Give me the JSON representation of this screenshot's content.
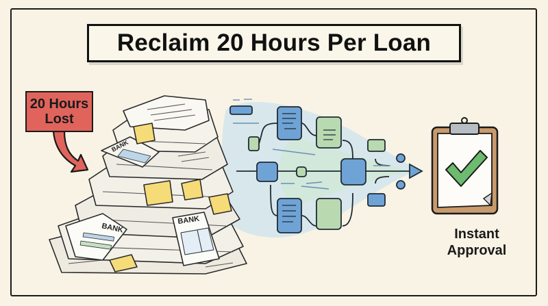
{
  "title": "Reclaim 20 Hours Per Loan",
  "callout": {
    "line1": "20 Hours",
    "line2": "Lost",
    "color": "#e0645c"
  },
  "paper_pile": {
    "document_labels": [
      "BANK",
      "BANK",
      "BANK"
    ],
    "sticky_note_color": "#f6dc78"
  },
  "workflow": {
    "blue_node_color": "#6fa3d6",
    "green_node_color": "#b9d9b0",
    "arrow_color": "#6fa3d6"
  },
  "result": {
    "icon": "clipboard-check-icon",
    "line1": "Instant",
    "line2": "Approval",
    "check_color": "#6dbb6e",
    "clipboard_color": "#c89a6c"
  },
  "colors": {
    "background": "#f8f3e5",
    "ink": "#1a1a1a"
  }
}
